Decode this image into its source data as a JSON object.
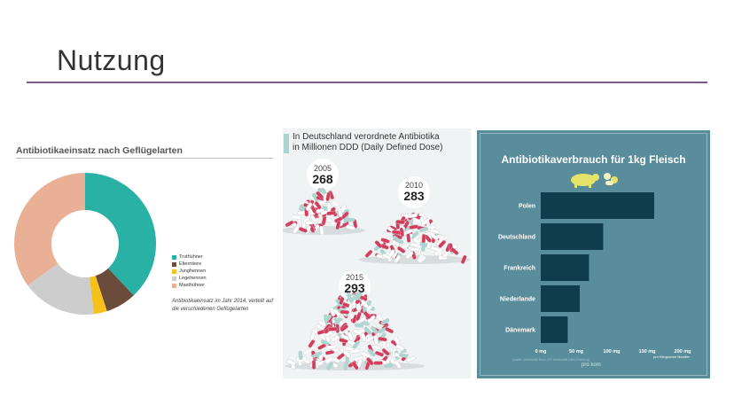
{
  "slide": {
    "title": "Nutzung"
  },
  "donut": {
    "title": "Antibiotikaeinsatz nach Geflügelarten",
    "caption": "Antibiotikaeinsatz im Jahr 2014, verteilt auf die verschiedenen Geflügelarten",
    "chart_data": {
      "type": "pie",
      "categories": [
        "Truthühner",
        "Elterntiere",
        "Junghennen",
        "Legehennen",
        "Masthühner"
      ],
      "values": [
        38,
        7,
        3,
        17,
        35
      ],
      "colors": [
        "#28b1a4",
        "#6b4c3b",
        "#f5c21b",
        "#cdcdcd",
        "#e9b096"
      ]
    }
  },
  "pills": {
    "title_line1": "In Deutschland verordnete Antibiotika",
    "title_line2": "in Millionen DDD (Daily Defined Dose)",
    "chart_data": {
      "type": "bar",
      "categories": [
        "2005",
        "2010",
        "2015"
      ],
      "values": [
        268,
        283,
        293
      ]
    }
  },
  "meat": {
    "title": "Antibiotikaverbrauch für 1kg Fleisch",
    "unit_label": "pro Kilogramm Nutztier",
    "footnote": "Quelle: Universität Bonn, IFT Universität UBA Erhebung",
    "logo": "pro kom",
    "icons": [
      "pig-icon",
      "pills-icon"
    ],
    "chart_data": {
      "type": "bar",
      "orientation": "horizontal",
      "categories": [
        "Polen",
        "Deutschland",
        "Frankreich",
        "Niederlande",
        "Dänemark"
      ],
      "values": [
        160,
        88,
        68,
        55,
        38
      ],
      "xlim": [
        0,
        200
      ],
      "ticks": [
        "0 mg",
        "50 mg",
        "100 mg",
        "150 mg",
        "200 mg"
      ],
      "bar_color": "#0f3d4c",
      "label_color": "#ffffff"
    }
  }
}
